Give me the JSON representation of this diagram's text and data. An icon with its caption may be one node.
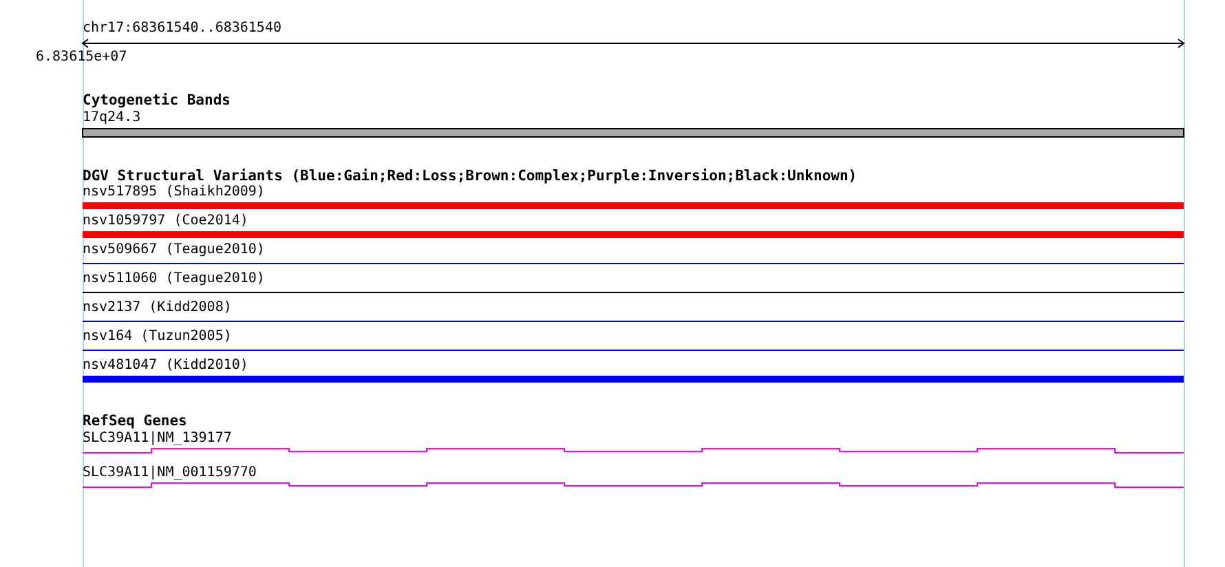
{
  "diagram": {
    "labels": [
      "chr17:68361540..68361540",
      "6.83615e+07",
      "Cytogenetic Bands",
      "17q24.3",
      "DGV Structural Variants (Blue:Gain;Red:Loss;Brown:Complex;Purple:Inversion;Black:Unknown)",
      "nsv517895 (Shaikh2009)",
      "nsv1059797 (Coe2014)",
      "nsv509667 (Teague2010)",
      "nsv511060 (Teague2010)",
      "nsv2137 (Kidd2008)",
      "nsv164 (Tuzun2005)",
      "nsv481047 (Kidd2010)",
      "RefSeq Genes",
      "SLC39A11|NM_139177",
      "SLC39A11|NM_001159770"
    ]
  }
}
